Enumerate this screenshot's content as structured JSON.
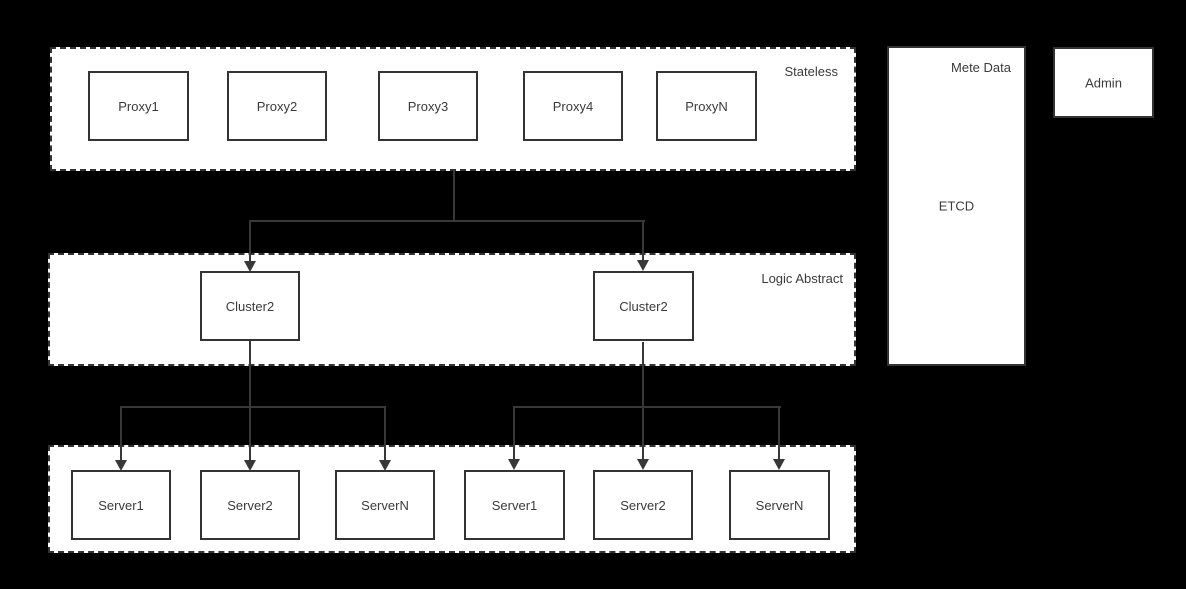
{
  "palette": {
    "background": "#000000",
    "surface": "#ffffff",
    "stroke": "#333333",
    "connector": "#383838",
    "text": "#3b3b3b"
  },
  "stateless": {
    "label": "Stateless",
    "proxies": [
      "Proxy1",
      "Proxy2",
      "Proxy3",
      "Proxy4",
      "ProxyN"
    ]
  },
  "logic": {
    "label": "Logic Abstract",
    "clusters": [
      "Cluster2",
      "Cluster2"
    ]
  },
  "servers": {
    "group1": [
      "Server1",
      "Server2",
      "ServerN"
    ],
    "group2": [
      "Server1",
      "Server2",
      "ServerN"
    ]
  },
  "meta": {
    "title": "Mete Data",
    "node": "ETCD"
  },
  "admin": {
    "label": "Admin"
  }
}
